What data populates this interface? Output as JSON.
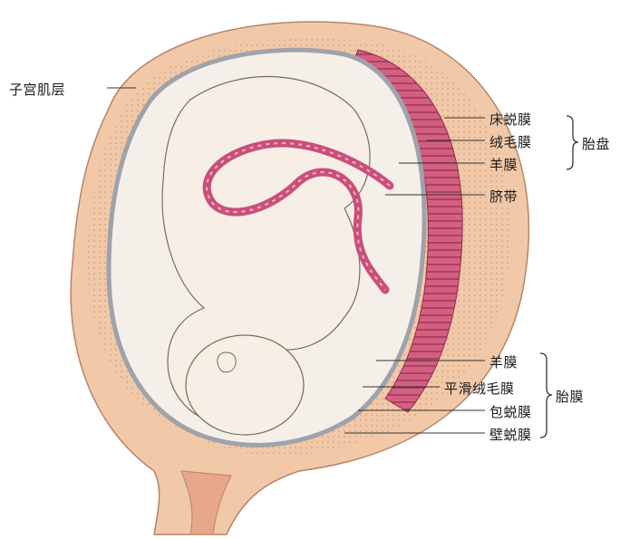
{
  "labels": {
    "myometrium": "子宫肌层",
    "decidua_basalis": "床蜕膜",
    "chorion_frondosum": "绒毛膜",
    "amnion_top": "羊膜",
    "placenta": "胎盘",
    "umbilical_cord": "脐带",
    "amnion_bottom": "羊膜",
    "chorion_laeve": "平滑绒毛膜",
    "decidua_capsularis": "包蜕膜",
    "decidua_parietalis": "壁蜕膜",
    "fetal_membranes": "胎膜"
  },
  "colors": {
    "uterus_wall": "#f0c8a8",
    "uterus_wall_dark": "#d9a07c",
    "placenta": "#d0587a",
    "cord": "#c94f7a",
    "fetus": "#f7efe6",
    "membrane": "#b9bcc4",
    "line": "#333333"
  }
}
